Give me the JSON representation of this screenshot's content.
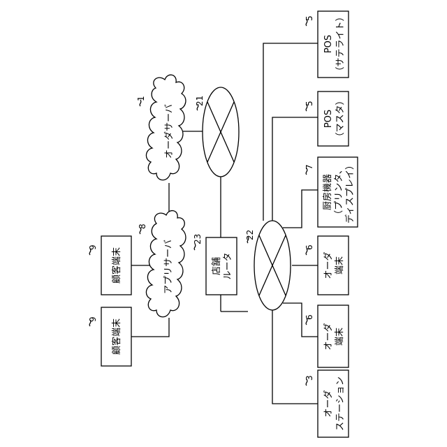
{
  "nodes": {
    "order_server": {
      "label": "オーダサーバ",
      "ref": "1"
    },
    "app_server": {
      "label": "アプリサーバ",
      "ref": "8"
    },
    "network_21": {
      "ref": "21"
    },
    "network_22": {
      "ref": "22"
    },
    "store_router": {
      "lines": [
        "店舗",
        "ルータ"
      ],
      "ref": "23"
    },
    "customer_terminal_upper": {
      "label": "顧客端末",
      "ref": "9"
    },
    "customer_terminal_lower": {
      "label": "顧客端末",
      "ref": "9"
    },
    "pos_satellite": {
      "lines": [
        "POS",
        "（サテライト）"
      ],
      "ref": "5"
    },
    "pos_master": {
      "lines": [
        "POS",
        "（マスタ）"
      ],
      "ref": "5"
    },
    "kitchen_device": {
      "lines": [
        "厨房機器",
        "（プリンタ、",
        "ディスプレイ）"
      ],
      "ref": "7"
    },
    "order_terminal_upper": {
      "lines": [
        "オーダ",
        "端末"
      ],
      "ref": "6"
    },
    "order_terminal_lower": {
      "lines": [
        "オーダ",
        "端末"
      ],
      "ref": "6"
    },
    "order_station": {
      "lines": [
        "オーダ",
        "ステーション"
      ],
      "ref": "3"
    }
  },
  "colors": {
    "line": "#000000",
    "fill": "#ffffff"
  }
}
